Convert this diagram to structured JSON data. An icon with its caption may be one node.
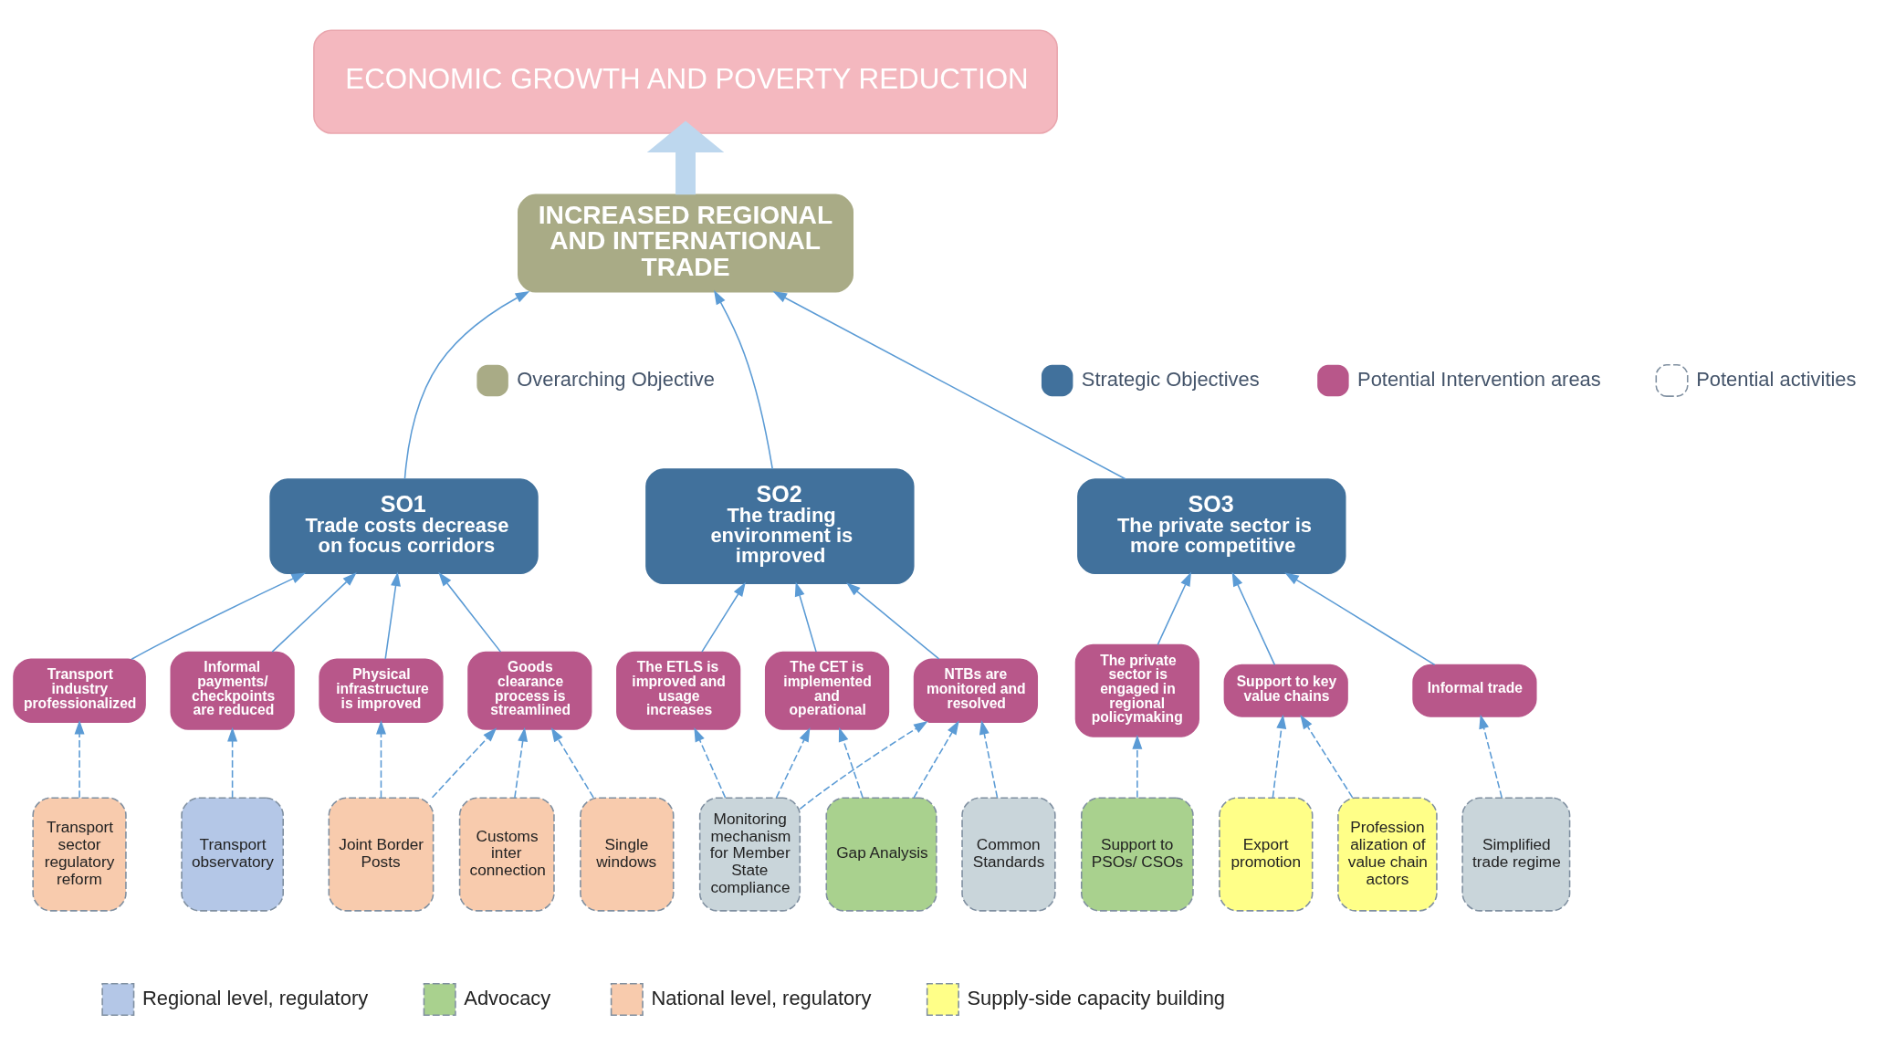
{
  "diagram": {
    "nodes": [
      {
        "text": [
          "ECONOMIC GROWTH AND POVERTY REDUCTION"
        ]
      },
      {
        "text": [
          "INCREASED REGIONAL AND INTERNATIONAL TRADE"
        ]
      },
      {
        "text": [
          "SO1",
          "Trade costs decrease on focus corridors"
        ]
      },
      {
        "text": [
          "SO2",
          "The trading environment is improved"
        ]
      },
      {
        "text": [
          "SO3",
          "The private sector is more competitive"
        ]
      },
      {
        "text": [
          "Informal payments/ checkpoints are reduced"
        ]
      },
      {
        "text": [
          "Goods clearance process is streamlined"
        ]
      },
      {
        "text": [
          "Transport industry professionalized"
        ]
      },
      {
        "text": [
          "Physical infrastructure is improved"
        ]
      },
      {
        "text": [
          "NTBs are monitored and resolved"
        ]
      },
      {
        "text": [
          "The CET is implemented and operational"
        ]
      },
      {
        "text": [
          "The ETLS is improved and usage increases"
        ]
      },
      {
        "text": [
          "The private sector is engaged in regional policymaking"
        ]
      },
      {
        "text": [
          "Support to key value chains"
        ]
      },
      {
        "text": [
          "Informal trade"
        ]
      },
      {
        "text": [
          "Transport observatory"
        ]
      },
      {
        "text": [
          "Customs inter connection"
        ]
      },
      {
        "text": [
          "Single windows"
        ]
      },
      {
        "text": [
          "Joint Border Posts"
        ]
      },
      {
        "text": [
          "Transport sector regulatory reform"
        ]
      },
      {
        "text": [
          "Common Standards"
        ]
      },
      {
        "text": [
          "Gap Analysis"
        ]
      },
      {
        "text": [
          "Monitoring mechanism for Member State compliance"
        ]
      },
      {
        "text": [
          "Support to PSOs/ CSOs"
        ]
      },
      {
        "text": [
          "Export promotion"
        ]
      },
      {
        "text": [
          "Profession alization of value chain actors"
        ]
      },
      {
        "text": [
          "Simplified trade regime"
        ]
      }
    ],
    "edges": [
      {
        "from": 1,
        "to": 0,
        "arrow": "to",
        "style": "thick",
        "color": "#bdd7ee"
      },
      {
        "from": 2,
        "to": 1,
        "arrow": "to"
      },
      {
        "from": 3,
        "to": 1,
        "arrow": "to"
      },
      {
        "from": 4,
        "to": 1,
        "arrow": "to"
      },
      {
        "from": 5,
        "to": 2,
        "arrow": "to"
      },
      {
        "from": 6,
        "to": 2,
        "arrow": "to"
      },
      {
        "from": 7,
        "to": 2,
        "arrow": "to"
      },
      {
        "from": 8,
        "to": 2,
        "arrow": "to"
      },
      {
        "from": 9,
        "to": 3,
        "arrow": "to"
      },
      {
        "from": 10,
        "to": 3,
        "arrow": "to"
      },
      {
        "from": 11,
        "to": 3,
        "arrow": "to"
      },
      {
        "from": 12,
        "to": 4,
        "arrow": "to"
      },
      {
        "from": 13,
        "to": 4,
        "arrow": "to"
      },
      {
        "from": 14,
        "to": 4,
        "arrow": "to"
      },
      {
        "from": 15,
        "to": 5,
        "arrow": "to",
        "style": "dashed"
      },
      {
        "from": 16,
        "to": 6,
        "arrow": "to",
        "style": "dashed"
      },
      {
        "from": 17,
        "to": 6,
        "arrow": "to",
        "style": "dashed"
      },
      {
        "from": 18,
        "to": 6,
        "arrow": "to",
        "style": "dashed"
      },
      {
        "from": 18,
        "to": 8,
        "arrow": "to",
        "style": "dashed"
      },
      {
        "from": 19,
        "to": 7,
        "arrow": "to",
        "style": "dashed"
      },
      {
        "from": 20,
        "to": 9,
        "arrow": "to",
        "style": "dashed"
      },
      {
        "from": 21,
        "to": 9,
        "arrow": "to",
        "style": "dashed"
      },
      {
        "from": 21,
        "to": 10,
        "arrow": "to",
        "style": "dashed"
      },
      {
        "from": 22,
        "to": 9,
        "arrow": "to",
        "style": "dashed"
      },
      {
        "from": 22,
        "to": 10,
        "arrow": "to",
        "style": "dashed"
      },
      {
        "from": 22,
        "to": 11,
        "arrow": "to",
        "style": "dashed"
      },
      {
        "from": 23,
        "to": 12,
        "arrow": "to",
        "style": "dashed"
      },
      {
        "from": 24,
        "to": 13,
        "arrow": "to",
        "style": "dashed"
      },
      {
        "from": 25,
        "to": 13,
        "arrow": "to",
        "style": "dashed"
      },
      {
        "from": 26,
        "to": 14,
        "arrow": "to",
        "style": "dashed"
      }
    ],
    "legend": [
      {
        "text": "Overarching Objective",
        "color": "#a9ab86"
      },
      {
        "text": "Strategic Objectives",
        "color": "#41719c"
      },
      {
        "text": "Potential Intervention areas",
        "color": "#b8578a"
      },
      {
        "text": "Potential activities"
      },
      {
        "text": "Regional level, regulatory",
        "color": "#b4c7e7"
      },
      {
        "text": "Advocacy",
        "color": "#a9d18e"
      },
      {
        "text": "National level, regulatory",
        "color": "#f8cbad"
      },
      {
        "text": "Supply-side capacity building",
        "color": "#ffff88"
      }
    ]
  }
}
